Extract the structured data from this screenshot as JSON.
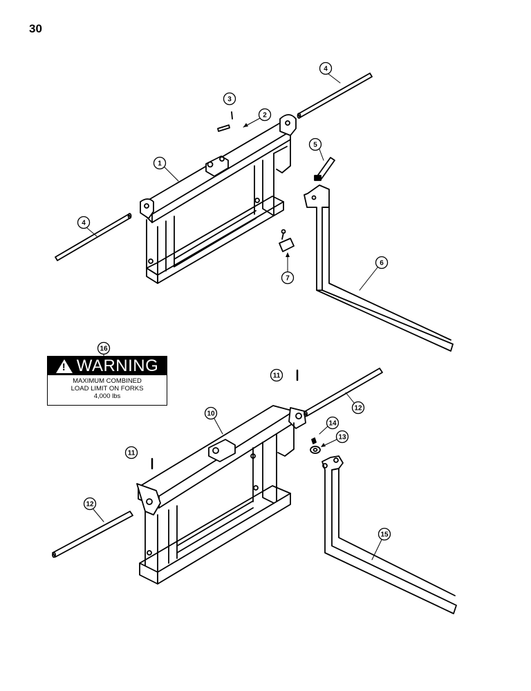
{
  "page_number": "30",
  "warning_decal": {
    "heading": "WARNING",
    "line1": "MAXIMUM COMBINED",
    "line2": "LOAD LIMIT ON FORKS",
    "line3": "4,000 lbs"
  },
  "callouts": {
    "c1": "1",
    "c2": "2",
    "c3": "3",
    "c4a": "4",
    "c4b": "4",
    "c5": "5",
    "c6": "6",
    "c7": "7",
    "c10": "10",
    "c11a": "11",
    "c11b": "11",
    "c12a": "12",
    "c12b": "12",
    "c13": "13",
    "c14": "14",
    "c15": "15",
    "c16": "16"
  }
}
